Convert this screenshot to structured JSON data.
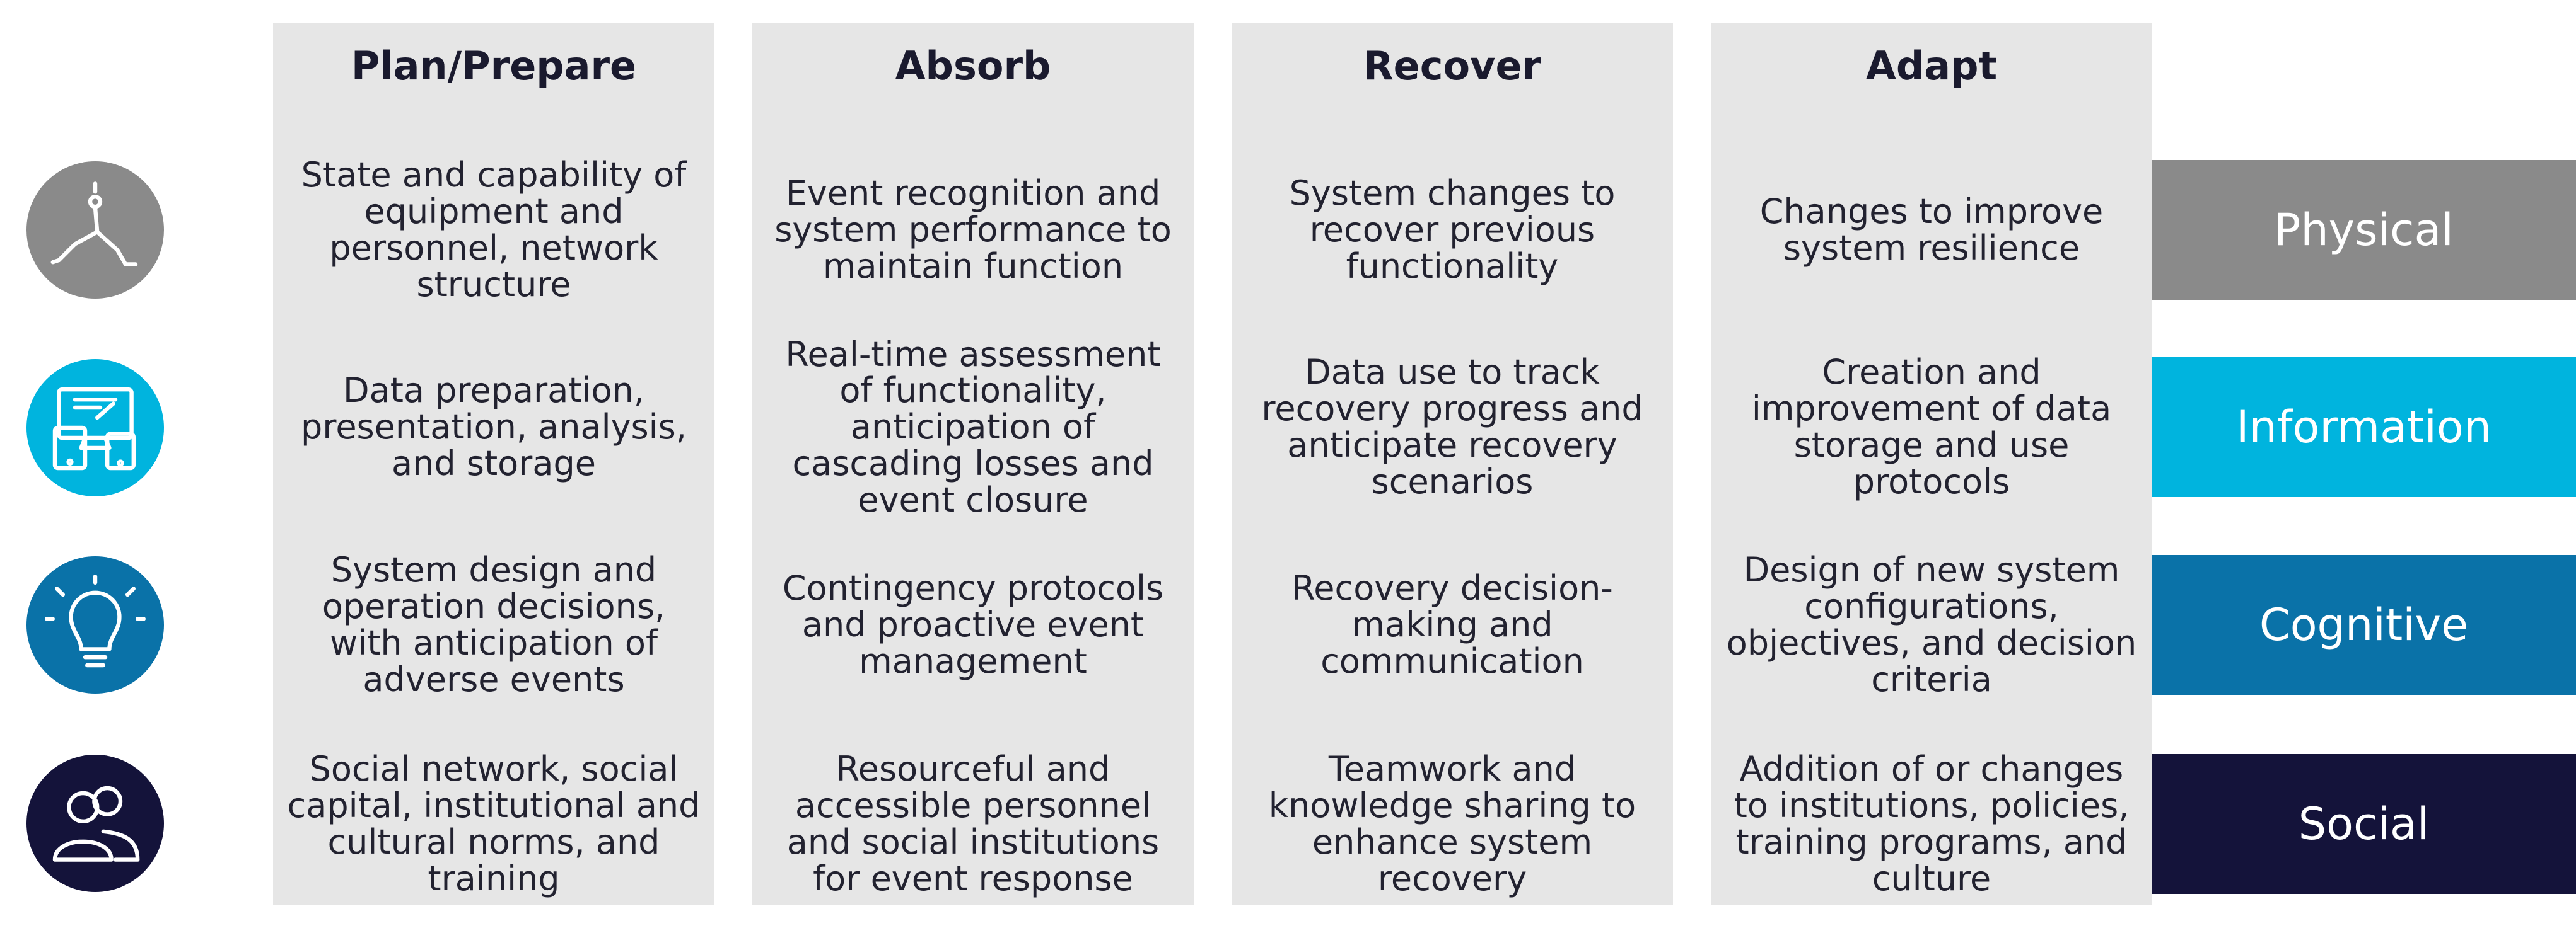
{
  "columns": [
    "Plan/Prepare",
    "Absorb",
    "Recover",
    "Adapt"
  ],
  "rows": [
    {
      "label": "Physical",
      "color": "#8a8a8a",
      "icon": "yoga-pose-icon",
      "cells": [
        "State and capability of equipment and personnel, network structure",
        "Event recognition and system performance to maintain function",
        "System changes to recover previous functionality",
        "Changes to improve system resilience"
      ]
    },
    {
      "label": "Information",
      "color": "#00b4de",
      "icon": "devices-icon",
      "cells": [
        "Data preparation, presentation, analysis, and storage",
        "Real-time assessment of functionality, anticipation of cascading losses and event closure",
        "Data use to track recovery progress and anticipate recovery scenarios",
        "Creation and improvement of data storage and use protocols"
      ]
    },
    {
      "label": "Cognitive",
      "color": "#0a72a8",
      "icon": "lightbulb-icon",
      "cells": [
        "System design and operation decisions, with anticipation of adverse events",
        "Contingency protocols and proactive event management",
        "Recovery decision-making and communication",
        "Design of new system configurations, objectives, and decision criteria"
      ]
    },
    {
      "label": "Social",
      "color": "#14133a",
      "icon": "people-icon",
      "cells": [
        "Social network, social capital, institutional and cultural norms, and training",
        "Resourceful and accessible personnel and social institutions for event response",
        "Teamwork and knowledge sharing to enhance system recovery",
        "Addition of or changes to institutions, policies, training programs, and culture"
      ]
    }
  ]
}
